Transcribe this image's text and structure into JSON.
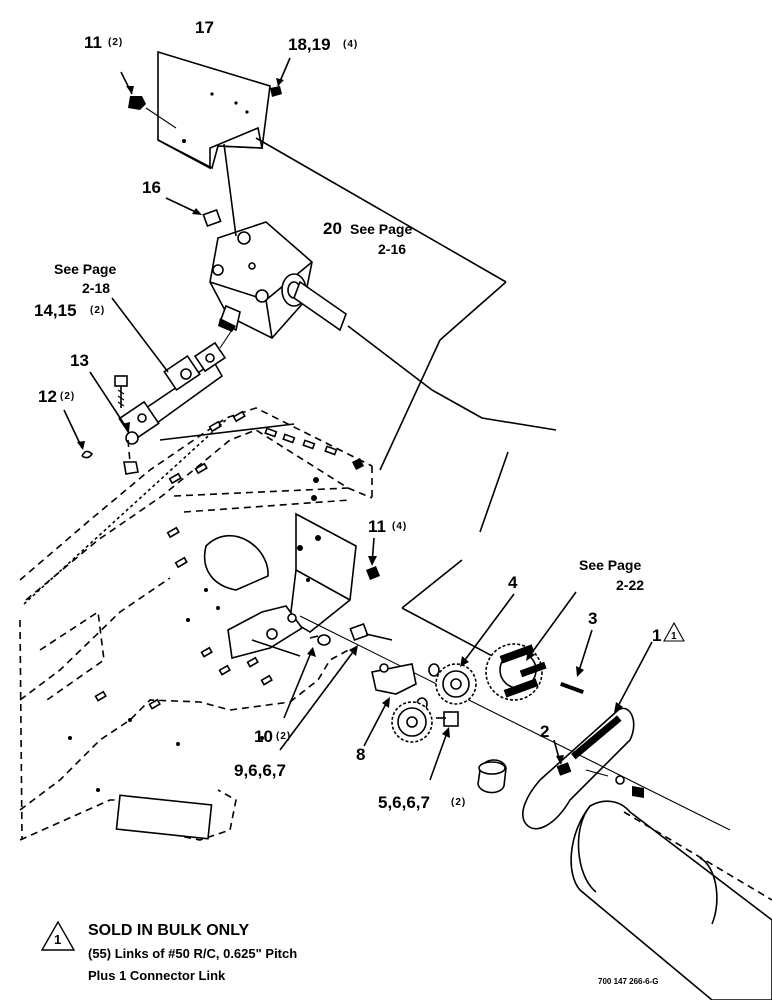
{
  "callouts": {
    "c17": "17",
    "c11_top": "11",
    "c11_top_qty": "(2)",
    "c18_19": "18,19",
    "c18_19_qty": "(4)",
    "c16": "16",
    "c20": "20",
    "c20_see": "See Page",
    "c20_page": "2-16",
    "see_218": "See Page",
    "see_218_page": "2-18",
    "c14_15": "14,15",
    "c14_15_qty": "(2)",
    "c13": "13",
    "c12": "12",
    "c12_qty": "(2)",
    "c11_mid": "11",
    "c11_mid_qty": "(4)",
    "see_222": "See Page",
    "see_222_page": "2-22",
    "c4": "4",
    "c3": "3",
    "c1": "1",
    "c1_note": "1",
    "c2": "2",
    "c10": "10",
    "c10_qty": "(2)",
    "c9": "9,6,6,7",
    "c8": "8",
    "c5": "5,6,6,7",
    "c5_qty": "(2)"
  },
  "footnote": {
    "marker": "1",
    "title": "SOLD IN BULK ONLY",
    "line1": "(55) Links of #50 R/C, 0.625\" Pitch",
    "line2": "Plus 1 Connector Link"
  },
  "drawing_id": "700 147 266-6-G"
}
